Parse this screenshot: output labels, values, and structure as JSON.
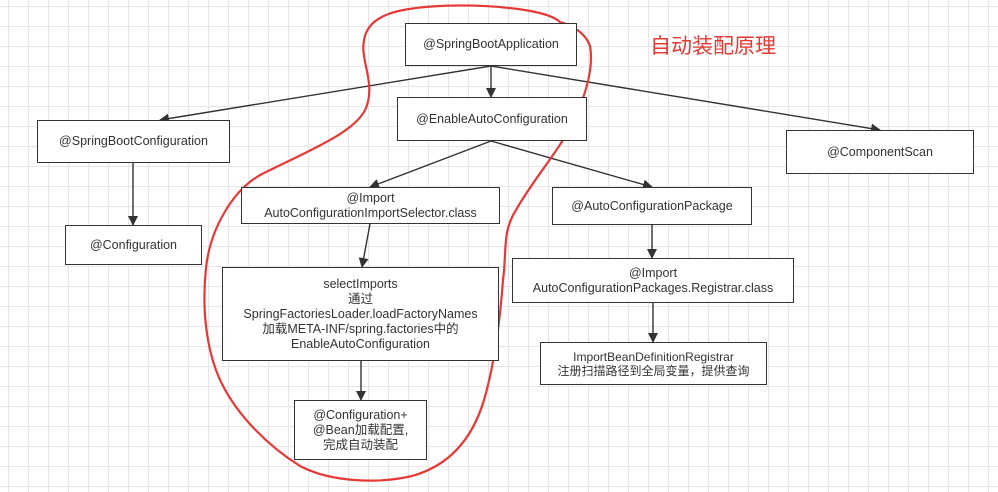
{
  "title": "自动装配原理",
  "colors": {
    "box_border": "#333333",
    "text": "#333333",
    "arrow": "#333333",
    "highlight": "#e53935",
    "grid": "#e6e6e6"
  },
  "nodes": {
    "springbootapp": [
      "@SpringBootApplication"
    ],
    "springbootconfig": [
      "@SpringBootConfiguration"
    ],
    "configuration": [
      "@Configuration"
    ],
    "enableauto": [
      "@EnableAutoConfiguration"
    ],
    "componentscan": [
      "@ComponentScan"
    ],
    "importselector": [
      "@Import",
      "AutoConfigurationImportSelector.class"
    ],
    "autopackage": [
      "@AutoConfigurationPackage"
    ],
    "selectimports": [
      "selectImports",
      "通过",
      "SpringFactoriesLoader.loadFactoryNames",
      "加载META-INF/spring.factories中的",
      "EnableAutoConfiguration"
    ],
    "importregistrar": [
      "@Import",
      "AutoConfigurationPackages.Registrar.class"
    ],
    "configbean": [
      "@Configuration+",
      "@Bean加载配置,",
      "完成自动装配"
    ],
    "beandefregistrar": [
      "ImportBeanDefinitionRegistrar",
      "注册扫描路径到全局变量，提供查询"
    ]
  }
}
